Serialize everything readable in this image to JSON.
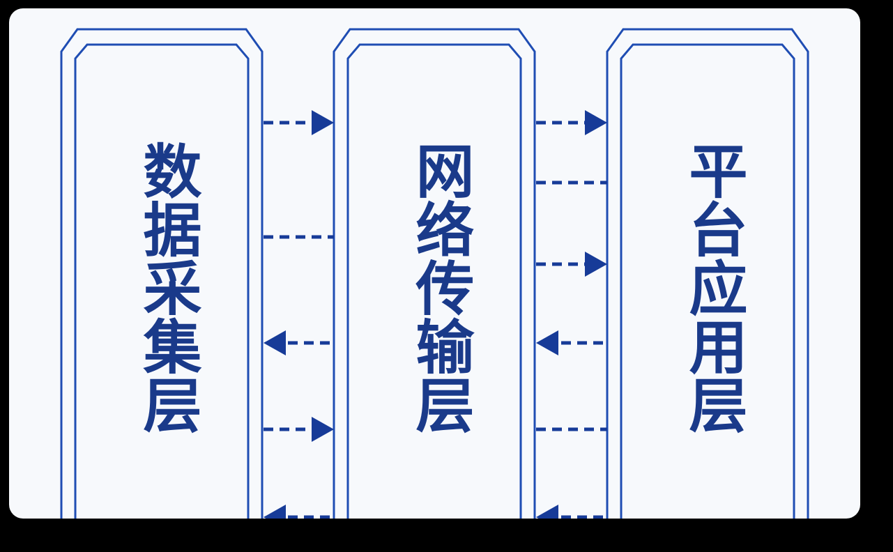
{
  "layers": [
    {
      "id": "data-collection",
      "label": "数据采集层"
    },
    {
      "id": "network-transmission",
      "label": "网络传输层"
    },
    {
      "id": "platform-application",
      "label": "平台应用层"
    }
  ],
  "connectors": {
    "left_gap": [
      "arrow-right",
      "line",
      "arrow-left",
      "arrow-right",
      "arrow-left"
    ],
    "right_gap": [
      "arrow-right",
      "line",
      "arrow-right",
      "arrow-left",
      "line",
      "arrow-left"
    ]
  },
  "colors": {
    "frame": "#1f4db3",
    "text": "#1a3a8a",
    "arrow": "#173b98",
    "background": "#f7f9fc"
  }
}
